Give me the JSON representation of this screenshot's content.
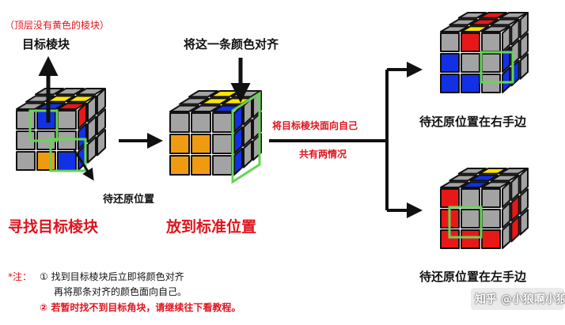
{
  "labels": {
    "no_yellow_top": "（顶层没有黄色的棱块）",
    "target_edge": "目标棱块",
    "align_color": "将这一条颜色对齐",
    "face_target": "将目标棱块面向自己",
    "two_cases": "共有两情况",
    "pos_right": "待还原位置在右手边",
    "pos_to_restore": "待还原位置",
    "pos_left": "待还原位置在左手边",
    "step_find": "寻找目标棱块",
    "step_place": "放到标准位置"
  },
  "notes": {
    "prefix": "*注：",
    "note1_line1": "① 找到目标棱块后立即将颜色对齐",
    "note1_line2": "再将那条对齐的颜色面向自己。",
    "note2": "② 若暂时找不到目标角块，请继续往下看教程。"
  },
  "watermark": "知乎 @小狼啊小狼",
  "colors": {
    "grey": "#a3a3a3",
    "yellow": "#ffe400",
    "red": "#e81818",
    "blue": "#1230e6",
    "orange": "#f09a10",
    "green_highlight": "#66d455",
    "text_red": "#e0141e"
  }
}
